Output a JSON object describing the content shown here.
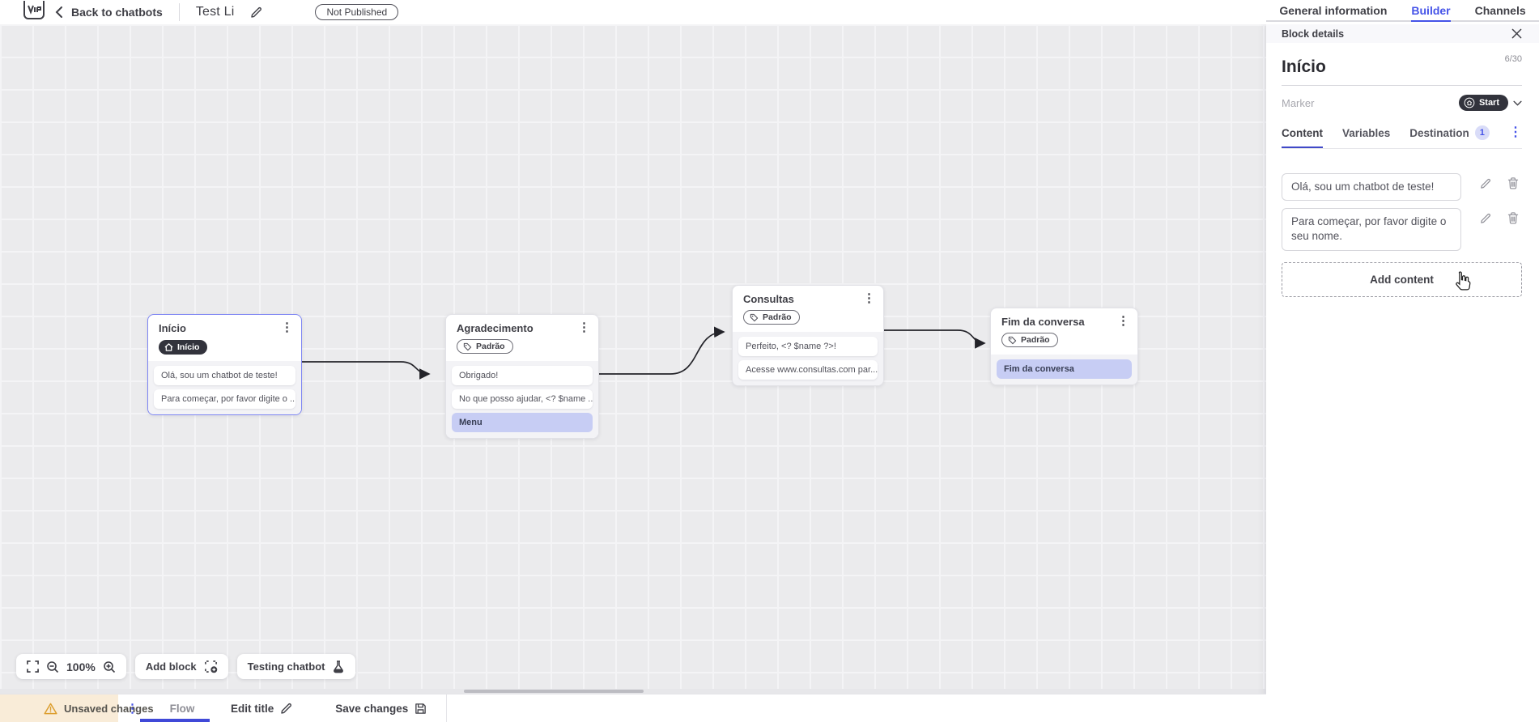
{
  "topbar": {
    "back_label": "Back to chatbots",
    "bot_title": "Test Li",
    "status_badge": "Not Published",
    "tabs": {
      "general": "General information",
      "builder": "Builder",
      "channels": "Channels"
    }
  },
  "panel": {
    "header": "Block details",
    "block_name": "Início",
    "char_counter": "6/30",
    "marker_label": "Marker",
    "marker_value": "Start",
    "tabs": {
      "content": "Content",
      "variables": "Variables",
      "destination": "Destination"
    },
    "destination_count": "1",
    "contents": [
      "Olá, sou um chatbot de teste!",
      "Para começar, por favor digite o seu nome."
    ],
    "add_content_label": "Add content"
  },
  "canvas": {
    "blocks": [
      {
        "title": "Início",
        "badge": "Início",
        "messages": [
          "Olá, sou um chatbot de teste!",
          "Para começar, por favor digite o ..."
        ]
      },
      {
        "title": "Agradecimento",
        "badge": "Padrão",
        "messages": [
          "Obrigado!",
          "No que posso ajudar, <? $name ...",
          "Menu"
        ]
      },
      {
        "title": "Consultas",
        "badge": "Padrão",
        "messages": [
          "Perfeito, <? $name ?>!",
          "Acesse www.consultas.com par..."
        ]
      },
      {
        "title": "Fim da conversa",
        "badge": "Padrão",
        "messages": [
          "Fim da conversa"
        ]
      }
    ],
    "toolbar": {
      "zoom_level": "100%",
      "add_block_label": "Add block",
      "testing_label": "Testing chatbot"
    }
  },
  "bottombar": {
    "unsaved_label": "Unsaved changes",
    "flow_tab": "Flow",
    "edit_title_label": "Edit title",
    "save_label": "Save changes"
  },
  "colors": {
    "accent": "#4553e8",
    "selected_border": "#7e86f3",
    "dark_pill": "#32333c",
    "highlight_message": "#c7cdf4",
    "warning_bg": "#f9ecd8",
    "warning_icon": "#dc9e2f",
    "canvas_bg": "#ebebed"
  }
}
